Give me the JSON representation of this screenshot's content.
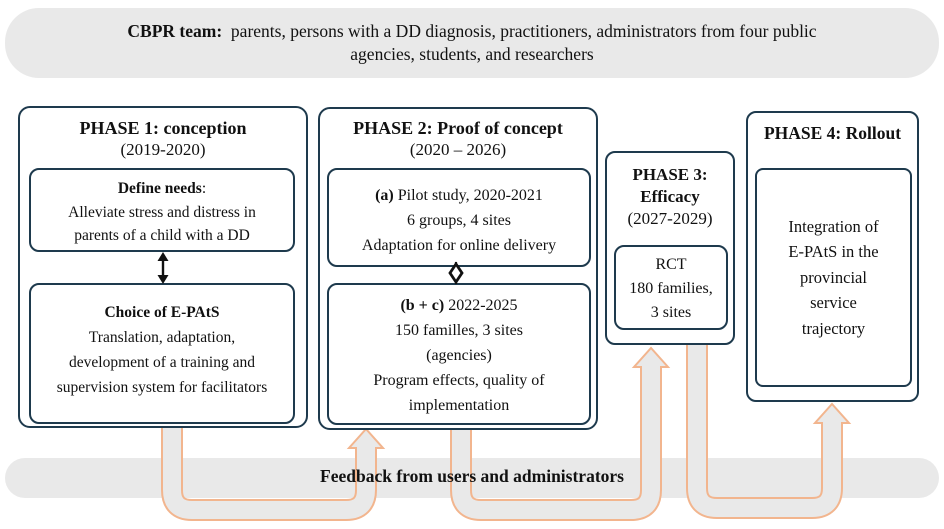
{
  "colors": {
    "box_border": "#1e3a4d",
    "banner_bg": "#e9e9e9",
    "tube_fill": "#e9e9e9",
    "tube_stroke": "#f2b58e",
    "connector_black": "#111111"
  },
  "top_banner": {
    "lead": "CBPR team:",
    "line1_rest": "parents, persons with a DD diagnosis, practitioners, administrators from four public",
    "line2": "agencies, students, and researchers"
  },
  "phase1": {
    "title": "PHASE 1: conception",
    "subtitle": "(2019-2020)",
    "define_needs": {
      "heading": "Define needs",
      "heading_colon": ":",
      "line1": "Alleviate stress and distress in",
      "line2": "parents of a child with a DD"
    },
    "choice": {
      "heading": "Choice of E-PAtS",
      "line1": "Translation, adaptation,",
      "line2": "development of a training and",
      "line3": "supervision system for facilitators"
    }
  },
  "phase2": {
    "title": "PHASE 2: Proof of concept",
    "subtitle": "(2020 – 2026)",
    "box_a": {
      "lead": "(a)",
      "line1_rest": "Pilot study, 2020-2021",
      "line2": "6 groups, 4 sites",
      "line3": "Adaptation for online delivery"
    },
    "box_bc": {
      "lead": "(b + c)",
      "line1_rest": "2022-2025",
      "line2": "150 familles, 3 sites",
      "line3": "(agencies)",
      "line4": "Program effects, quality of",
      "line5": "implementation"
    }
  },
  "phase3": {
    "title_line1": "PHASE 3:",
    "title_line2": "Efficacy",
    "subtitle": "(2027-2029)",
    "box": {
      "line1": "RCT",
      "line2": "180 families,",
      "line3": "3 sites"
    }
  },
  "phase4": {
    "title": "PHASE 4: Rollout",
    "box": {
      "line1": "Integration of",
      "line2": "E-PAtS in the",
      "line3": "provincial",
      "line4": "service",
      "line5": "trajectory"
    }
  },
  "bottom_banner": {
    "text": "Feedback from users and administrators"
  }
}
